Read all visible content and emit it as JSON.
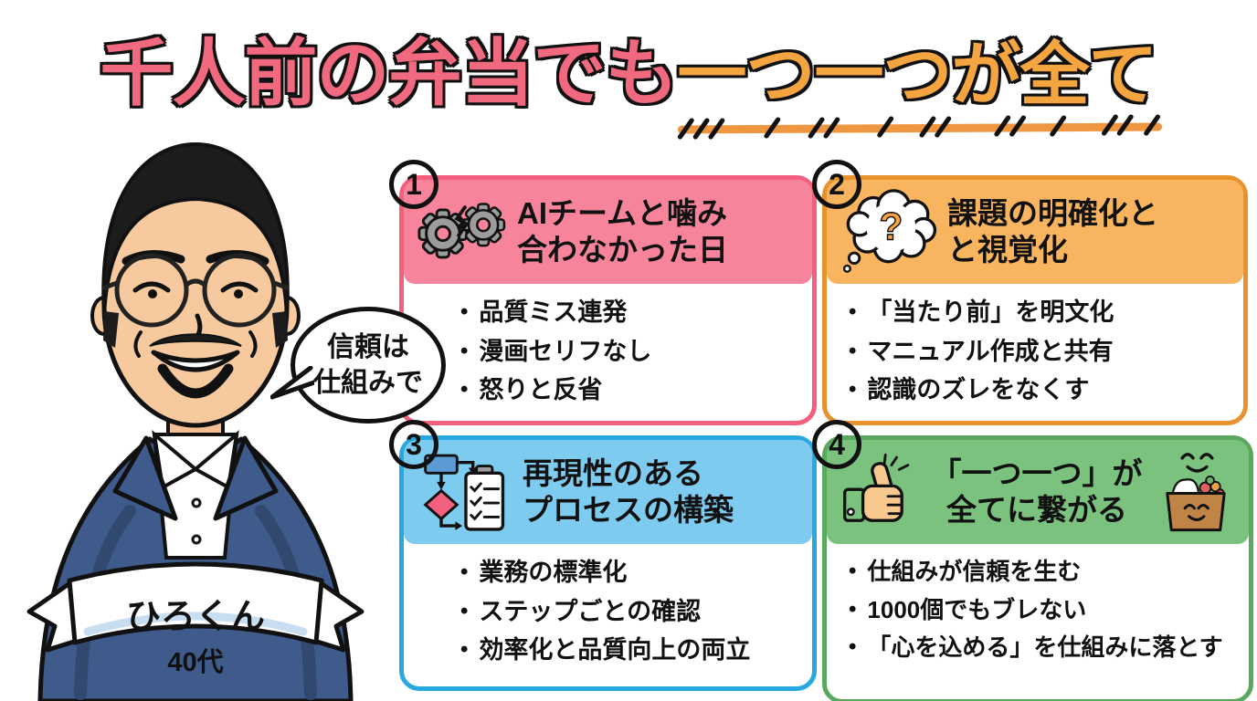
{
  "title": {
    "pink_text": "千人前の弁当でも",
    "orange_text": "一つ一つが全て"
  },
  "person": {
    "name": "ひろくん",
    "age": "40代",
    "speech": {
      "line1": "信頼は",
      "line2": "仕組みで"
    }
  },
  "cards": [
    {
      "number": "1",
      "icon": "broken-gears-icon",
      "color": "#f2607e",
      "header_bg": "#f8849b",
      "title_lines": [
        "AIチームと噛み",
        "合わなかった日"
      ],
      "bullets": [
        "品質ミス連発",
        "漫画セリフなし",
        "怒りと反省"
      ]
    },
    {
      "number": "2",
      "icon": "thought-question-icon",
      "color": "#e8922e",
      "header_bg": "#f8b45f",
      "title_lines": [
        "課題の明確化と",
        "と視覚化"
      ],
      "bullets": [
        "「当たり前」を明文化",
        "マニュアル作成と共有",
        "認識のズレをなくす"
      ]
    },
    {
      "number": "3",
      "icon": "flowchart-checklist-icon",
      "color": "#29a8e0",
      "header_bg": "#7ecbf0",
      "title_lines": [
        "再現性のある",
        "プロセスの構築"
      ],
      "bullets": [
        "業務の標準化",
        "ステップごとの確認",
        "効率化と品質向上の両立"
      ]
    },
    {
      "number": "4",
      "icon": "thumbsup-bento-icon",
      "color": "#5aa85e",
      "header_bg": "#7ac27d",
      "title_lines": [
        "「一つ一つ」が",
        "全てに繋がる"
      ],
      "bullets": [
        "仕組みが信頼を生む",
        "1000個でもブレない",
        "「心を込める」を仕組みに落とす"
      ]
    }
  ],
  "colors": {
    "title_pink": "#f0697e",
    "title_orange": "#f5a53f",
    "underline_orange": "#ef9740",
    "suit_navy": "#3e5b8c",
    "skin": "#f6ca9e"
  }
}
